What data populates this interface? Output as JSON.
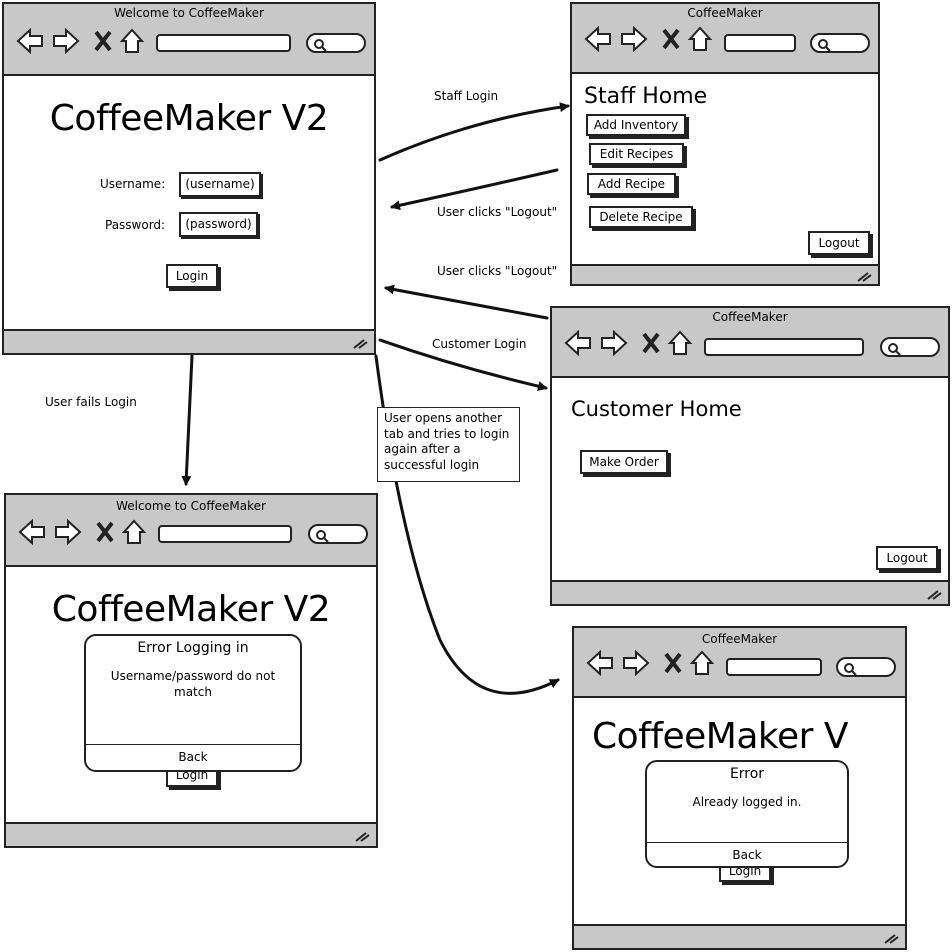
{
  "login_window": {
    "title": "Welcome to CoffeeMaker",
    "heading": "CoffeeMaker V2",
    "username_label": "Username:",
    "username_value": "(username)",
    "password_label": "Password:",
    "password_value": "(password)",
    "login_button": "Login"
  },
  "staff_window": {
    "title": "CoffeeMaker",
    "heading": "Staff Home",
    "buttons": [
      "Add Inventory",
      "Edit Recipes",
      "Add Recipe",
      "Delete Recipe"
    ],
    "logout_button": "Logout"
  },
  "customer_window": {
    "title": "CoffeeMaker",
    "heading": "Customer Home",
    "make_order_button": "Make Order",
    "logout_button": "Logout"
  },
  "login_error_window": {
    "title": "Welcome to CoffeeMaker",
    "heading": "CoffeeMaker V2",
    "dialog_title": "Error Logging in",
    "dialog_message": "Username/password do not match",
    "dialog_back": "Back",
    "hidden_login_button": "Login"
  },
  "already_logged_window": {
    "title": "CoffeeMaker",
    "heading": "CoffeeMaker V",
    "dialog_title": "Error",
    "dialog_message": "Already logged in.",
    "dialog_back": "Back",
    "hidden_login_button": "Login"
  },
  "annotations": {
    "staff_login": "Staff Login",
    "logout_from_staff": "User clicks \"Logout\"",
    "logout_from_customer": "User clicks \"Logout\"",
    "customer_login": "Customer Login",
    "fails_login": "User fails Login",
    "another_tab": "User opens another tab and tries to login again after a successful login"
  }
}
